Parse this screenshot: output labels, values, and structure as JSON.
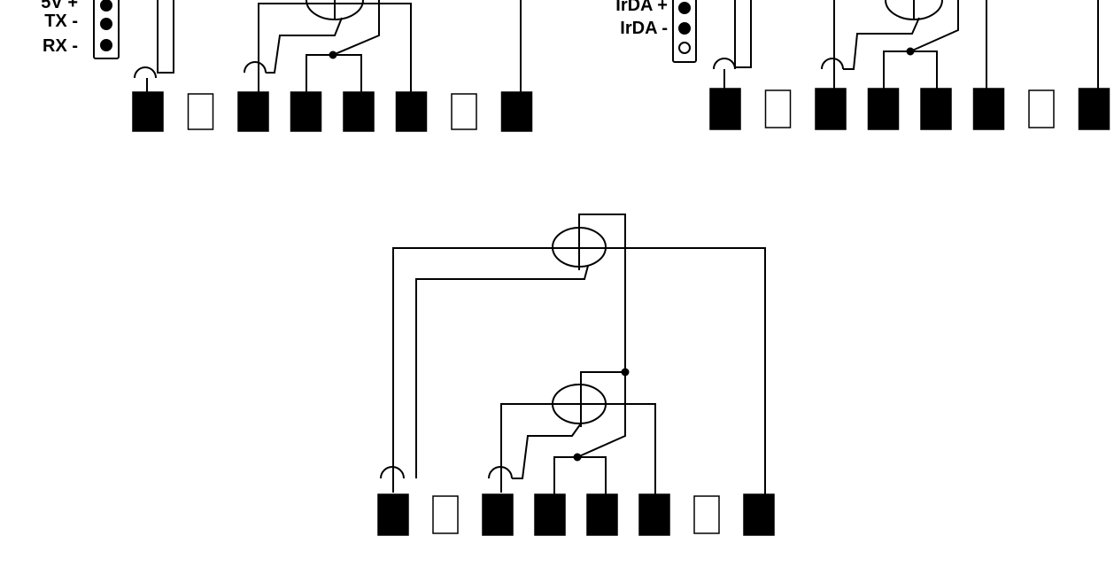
{
  "colors": {
    "ink": "#000000",
    "background": "#ffffff",
    "pin_filled": "#000000",
    "pin_empty": "#ffffff"
  },
  "left_header": {
    "labels": [
      "5V +",
      "TX -",
      "RX -"
    ],
    "pins_filled": [
      true,
      true,
      true
    ]
  },
  "right_header": {
    "labels": [
      "IrDA +",
      "IrDA -"
    ],
    "pins_filled": [
      true,
      true,
      false
    ]
  },
  "connector_pattern": [
    true,
    false,
    true,
    true,
    true,
    true,
    false,
    true
  ]
}
